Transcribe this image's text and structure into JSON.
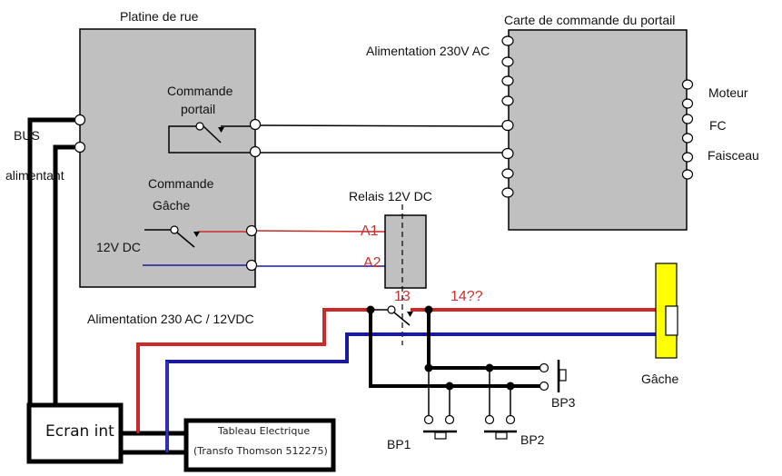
{
  "labels": {
    "platine": "Platine de rue",
    "carte": "Carte de commande du portail",
    "alim_230v": "Alimentation 230V AC",
    "cmd_portail_1": "Commande",
    "cmd_portail_2": "portail",
    "cmd_gache_1": "Commande",
    "cmd_gache_2": "Gâche",
    "v12dc": "12V DC",
    "bus": "BUS",
    "alimentant": "alimentant",
    "relais": "Relais 12V DC",
    "a1": "A1",
    "a2": "A2",
    "t13": "13",
    "t14": "14??",
    "moteur": "Moteur",
    "fc": "FC",
    "faisceau": "Faisceau",
    "alim_230_12": "Alimentation 230 AC / 12VDC",
    "gache": "Gâche",
    "ecran": "Ecran int",
    "tableau_1": "Tableau Electrique",
    "tableau_2": "(Transfo Thomson 512275)",
    "bp1": "BP1",
    "bp2": "BP2",
    "bp3": "BP3"
  },
  "colors": {
    "box_fill": "#c0c0c0",
    "wire_positive": "#cc2a2a",
    "wire_negative": "#1a1a9c",
    "gache_fill": "#ffff00",
    "label_red": "#cc3333"
  }
}
